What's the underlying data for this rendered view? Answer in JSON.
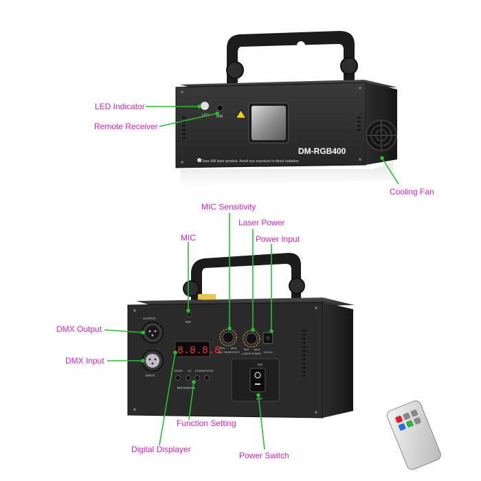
{
  "callouts": {
    "led_indicator": "LED Indicator",
    "remote_receiver": "Remote Receiver",
    "cooling_fan": "Cooling Fan",
    "mic_sensitivity": "MIC Sensitivity",
    "laser_power": "Laser Power",
    "mic": "MIC",
    "power_input": "Power Input",
    "dmx_output": "DMX Output",
    "dmx_input": "DMX Input",
    "function_setting": "Function Setting",
    "digital_displayer": "Digital Displayer",
    "power_switch": "Power Switch"
  },
  "device": {
    "model": "DM-RGB400",
    "warning_text": "Class IIIB laser product. Avoid eye exposure to direct radiation",
    "front_led_label": "LED",
    "front_ir_label": "IRM",
    "rear_mic_label": "MIC",
    "knob1_min": "MIN",
    "knob1_max": "MAX",
    "knob1_label": "MIC SENSITIVITY",
    "knob2_min": "MIN",
    "knob2_max": "MAX",
    "knob2_label": "LASER POWER",
    "dc_label": "DC12V",
    "xlr_out_label": "OUTPUT",
    "xlr_in_label": "INPUT",
    "display_value": "8.8.8.8",
    "buttons": [
      "MODE",
      "UP",
      "DOWN",
      "ENTER"
    ],
    "switch_on": "ON",
    "switch_off": "OFF",
    "rear_model": "DM-RGB400"
  },
  "colors": {
    "callout_text": "#e01fc6",
    "leader_line": "#22c32c",
    "panel": "#2a2a2a",
    "bracket": "#1b1b1b"
  }
}
